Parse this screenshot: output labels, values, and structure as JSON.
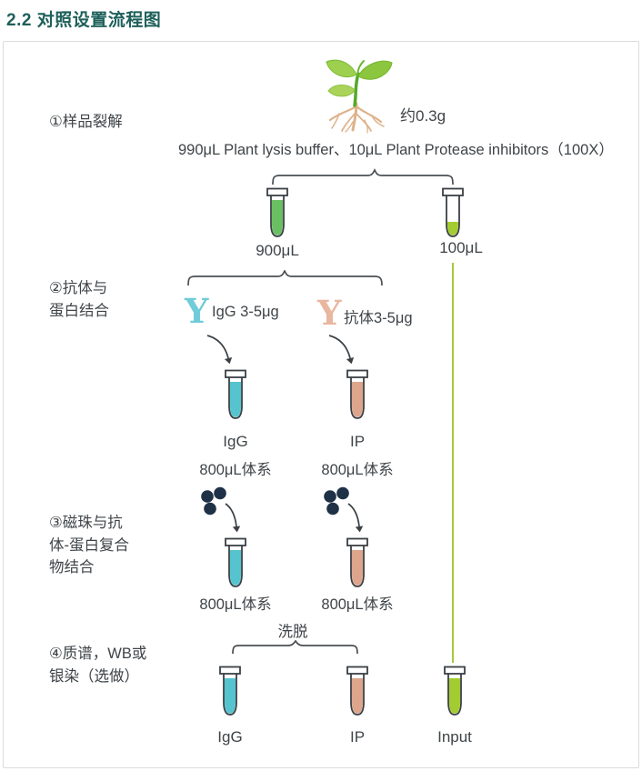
{
  "page": {
    "title": "2.2 对照设置流程图"
  },
  "colors": {
    "title": "#1e605a",
    "text": "#3f4448",
    "outline": "#3a4045",
    "bracket": "#4a4f54",
    "tube_green": "#6bbf63",
    "tube_yellow_green": "#a2cc2f",
    "tube_cyan": "#55c4cf",
    "tube_salmon": "#dca58c",
    "bead_navy": "#1e3147",
    "flow_line_green": "#a6c93b",
    "igg_antibody_cyan": "#6fccd8",
    "ip_antibody_salmon": "#e9b6a0"
  },
  "steps": {
    "step1": "①样品裂解",
    "step2_line1": "②抗体与",
    "step2_line2": "蛋白结合",
    "step3_line1": "③磁珠与抗",
    "step3_line2": "体-蛋白复合",
    "step3_line3": "物结合",
    "step4_line1": "④质谱，WB或",
    "step4_line2": "银染（选做）"
  },
  "sample": {
    "weight": "约0.3g"
  },
  "lysis": {
    "buffer": "990μL Plant lysis buffer、10μL Plant Protease inhibitors（100X）",
    "main_volume": "900μL",
    "input_volume": "100μL"
  },
  "antibody": {
    "y_symbol": "Y",
    "igg_amount": "IgG 3-5μg",
    "ab_amount": "抗体3-5μg"
  },
  "tubes": {
    "igg_label": "IgG",
    "ip_label": "IP",
    "input_label": "Input",
    "system_volume": "800μL体系"
  },
  "elution": {
    "label": "洗脱"
  }
}
